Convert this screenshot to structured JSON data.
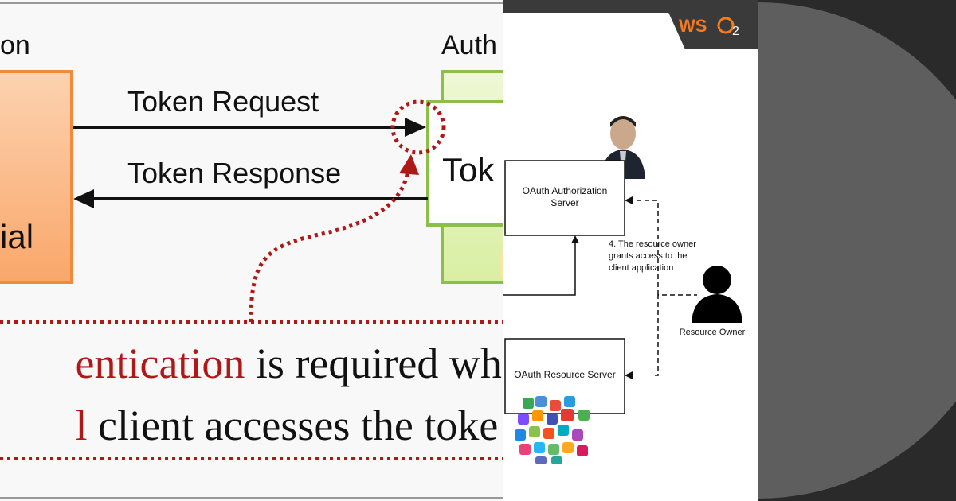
{
  "left": {
    "client_title": "on",
    "client_box_text": "ial",
    "auth_title": "Auth",
    "auth_box_text": "Tok",
    "token_request": "Token Request",
    "token_response": "Token Response",
    "caption_red_1": "entication",
    "caption_black_1": " is required wh",
    "caption_red_2": "l",
    "caption_black_2": " client accesses the toke"
  },
  "middle": {
    "logo": "WSO2",
    "auth_server_label_1": "OAuth Authorization",
    "auth_server_label_2": "Server",
    "step4_line1": "4. The resource owner",
    "step4_line2": "grants access to the",
    "step4_line3": "client application",
    "resource_owner": "Resource Owner",
    "resource_server": "OAuth Resource Server"
  },
  "colors": {
    "orange_fill": "#fbbf93",
    "orange_stroke": "#f28a3c",
    "green_fill": "#e9f6c8",
    "green_stroke": "#8cbf4a",
    "dark_red": "#b01818",
    "wso2_orange": "#f47b20"
  }
}
